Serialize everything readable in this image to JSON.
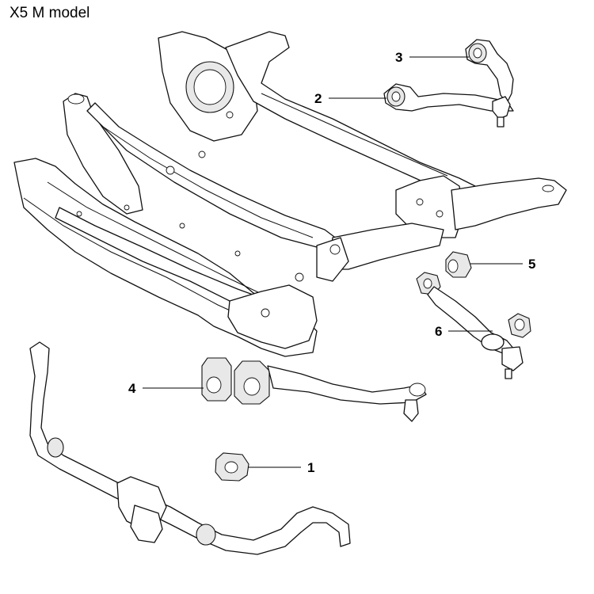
{
  "title": "X5 M model",
  "callouts": [
    {
      "number": "1",
      "part": "front stabilizer bar bushing"
    },
    {
      "number": "2",
      "part": "upper control arm"
    },
    {
      "number": "3",
      "part": "upper control arm"
    },
    {
      "number": "4",
      "part": "lower control arm with bushing"
    },
    {
      "number": "5",
      "part": "control arm bushing"
    },
    {
      "number": "6",
      "part": "lower control arm"
    }
  ]
}
